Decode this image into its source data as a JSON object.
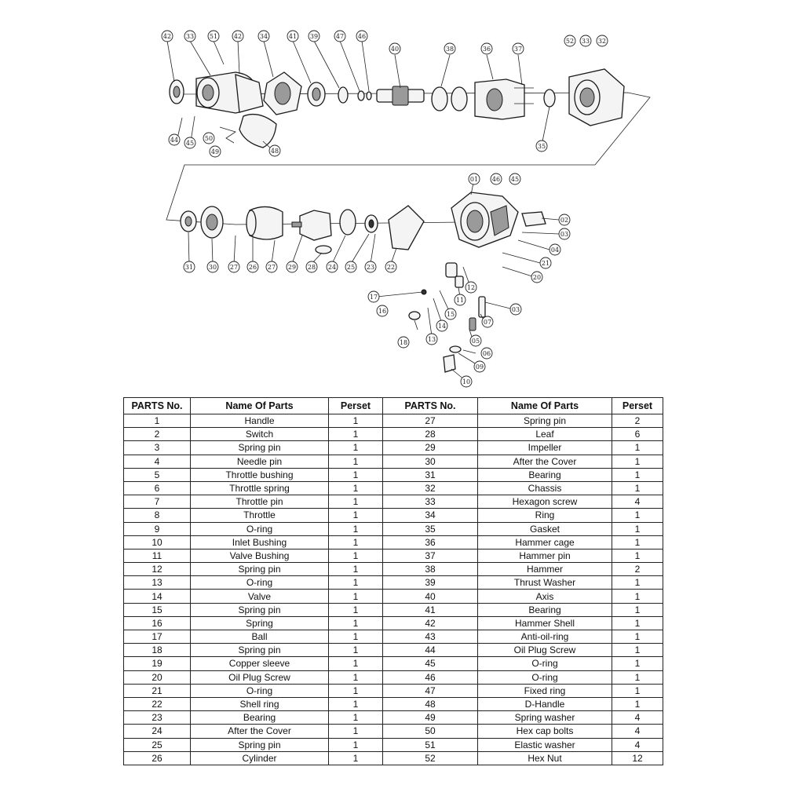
{
  "diagram": {
    "callouts": [
      "42",
      "33",
      "51",
      "42",
      "34",
      "41",
      "39",
      "47",
      "46",
      "40",
      "38",
      "36",
      "37",
      "52",
      "33",
      "32",
      "44",
      "45",
      "50",
      "49",
      "48",
      "35",
      "01",
      "46",
      "45",
      "02",
      "03",
      "04",
      "21",
      "20",
      "31",
      "30",
      "27",
      "26",
      "27",
      "29",
      "28",
      "24",
      "25",
      "23",
      "22",
      "12",
      "11",
      "17",
      "16",
      "15",
      "14",
      "18",
      "13",
      "03",
      "07",
      "05",
      "06",
      "09",
      "10"
    ]
  },
  "table": {
    "headers": [
      "PARTS No.",
      "Name Of Parts",
      "Perset",
      "PARTS No.",
      "Name Of Parts",
      "Perset"
    ],
    "rows": [
      [
        "1",
        "Handle",
        "1",
        "27",
        "Spring pin",
        "2"
      ],
      [
        "2",
        "Switch",
        "1",
        "28",
        "Leaf",
        "6"
      ],
      [
        "3",
        "Spring pin",
        "1",
        "29",
        "Impeller",
        "1"
      ],
      [
        "4",
        "Needle pin",
        "1",
        "30",
        "After the Cover",
        "1"
      ],
      [
        "5",
        "Throttle bushing",
        "1",
        "31",
        "Bearing",
        "1"
      ],
      [
        "6",
        "Throttle spring",
        "1",
        "32",
        "Chassis",
        "1"
      ],
      [
        "7",
        "Throttle pin",
        "1",
        "33",
        "Hexagon screw",
        "4"
      ],
      [
        "8",
        "Throttle",
        "1",
        "34",
        "Ring",
        "1"
      ],
      [
        "9",
        "O-ring",
        "1",
        "35",
        "Gasket",
        "1"
      ],
      [
        "10",
        "Inlet Bushing",
        "1",
        "36",
        "Hammer cage",
        "1"
      ],
      [
        "11",
        "Valve Bushing",
        "1",
        "37",
        "Hammer pin",
        "1"
      ],
      [
        "12",
        "Spring pin",
        "1",
        "38",
        "Hammer",
        "2"
      ],
      [
        "13",
        "O-ring",
        "1",
        "39",
        "Thrust Washer",
        "1"
      ],
      [
        "14",
        "Valve",
        "1",
        "40",
        "Axis",
        "1"
      ],
      [
        "15",
        "Spring pin",
        "1",
        "41",
        "Bearing",
        "1"
      ],
      [
        "16",
        "Spring",
        "1",
        "42",
        "Hammer Shell",
        "1"
      ],
      [
        "17",
        "Ball",
        "1",
        "43",
        "Anti-oil-ring",
        "1"
      ],
      [
        "18",
        "Spring pin",
        "1",
        "44",
        "Oil Plug Screw",
        "1"
      ],
      [
        "19",
        "Copper sleeve",
        "1",
        "45",
        "O-ring",
        "1"
      ],
      [
        "20",
        "Oil Plug Screw",
        "1",
        "46",
        "O-ring",
        "1"
      ],
      [
        "21",
        "O-ring",
        "1",
        "47",
        "Fixed ring",
        "1"
      ],
      [
        "22",
        "Shell ring",
        "1",
        "48",
        "D-Handle",
        "1"
      ],
      [
        "23",
        "Bearing",
        "1",
        "49",
        "Spring washer",
        "4"
      ],
      [
        "24",
        "After the Cover",
        "1",
        "50",
        "Hex cap bolts",
        "4"
      ],
      [
        "25",
        "Spring pin",
        "1",
        "51",
        "Elastic washer",
        "4"
      ],
      [
        "26",
        "Cylinder",
        "1",
        "52",
        "Hex Nut",
        "12"
      ]
    ]
  }
}
